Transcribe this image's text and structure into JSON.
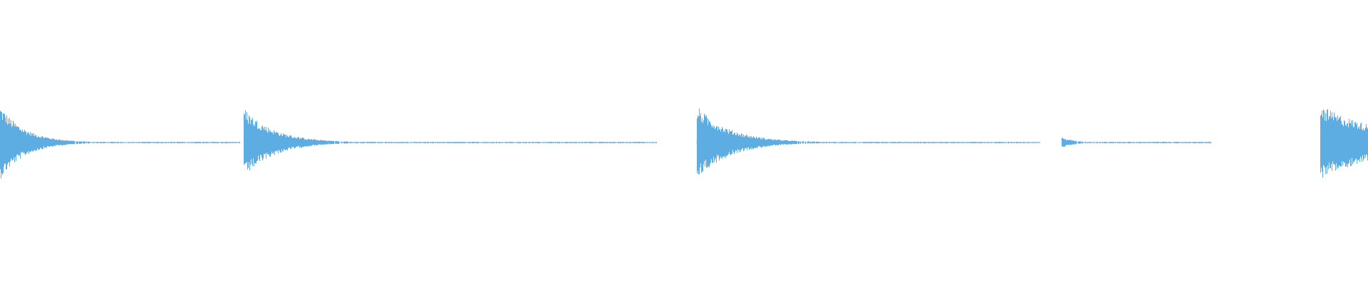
{
  "waveform": {
    "color": "#5dade2",
    "background": "#ffffff",
    "duration_fraction_segments": [
      {
        "start": 0.0,
        "attack": 1.0,
        "decay": 0.018,
        "tail_end": 0.175
      },
      {
        "start": 0.178,
        "attack": 0.95,
        "decay": 0.022,
        "tail_end": 0.48
      },
      {
        "start": 0.509,
        "attack": 1.0,
        "decay": 0.024,
        "tail_end": 0.76
      },
      {
        "start": 0.776,
        "attack": 0.14,
        "decay": 0.01,
        "tail_end": 0.885
      },
      {
        "start": 0.965,
        "attack": 1.0,
        "decay": 0.05,
        "tail_end": 1.0
      }
    ],
    "clips": [
      {
        "from": 0.0,
        "to": 0.175
      },
      {
        "from": 0.178,
        "to": 0.48
      },
      {
        "from": 0.509,
        "to": 0.76
      },
      {
        "from": 0.776,
        "to": 0.885
      },
      {
        "from": 0.965,
        "to": 1.0
      }
    ]
  }
}
